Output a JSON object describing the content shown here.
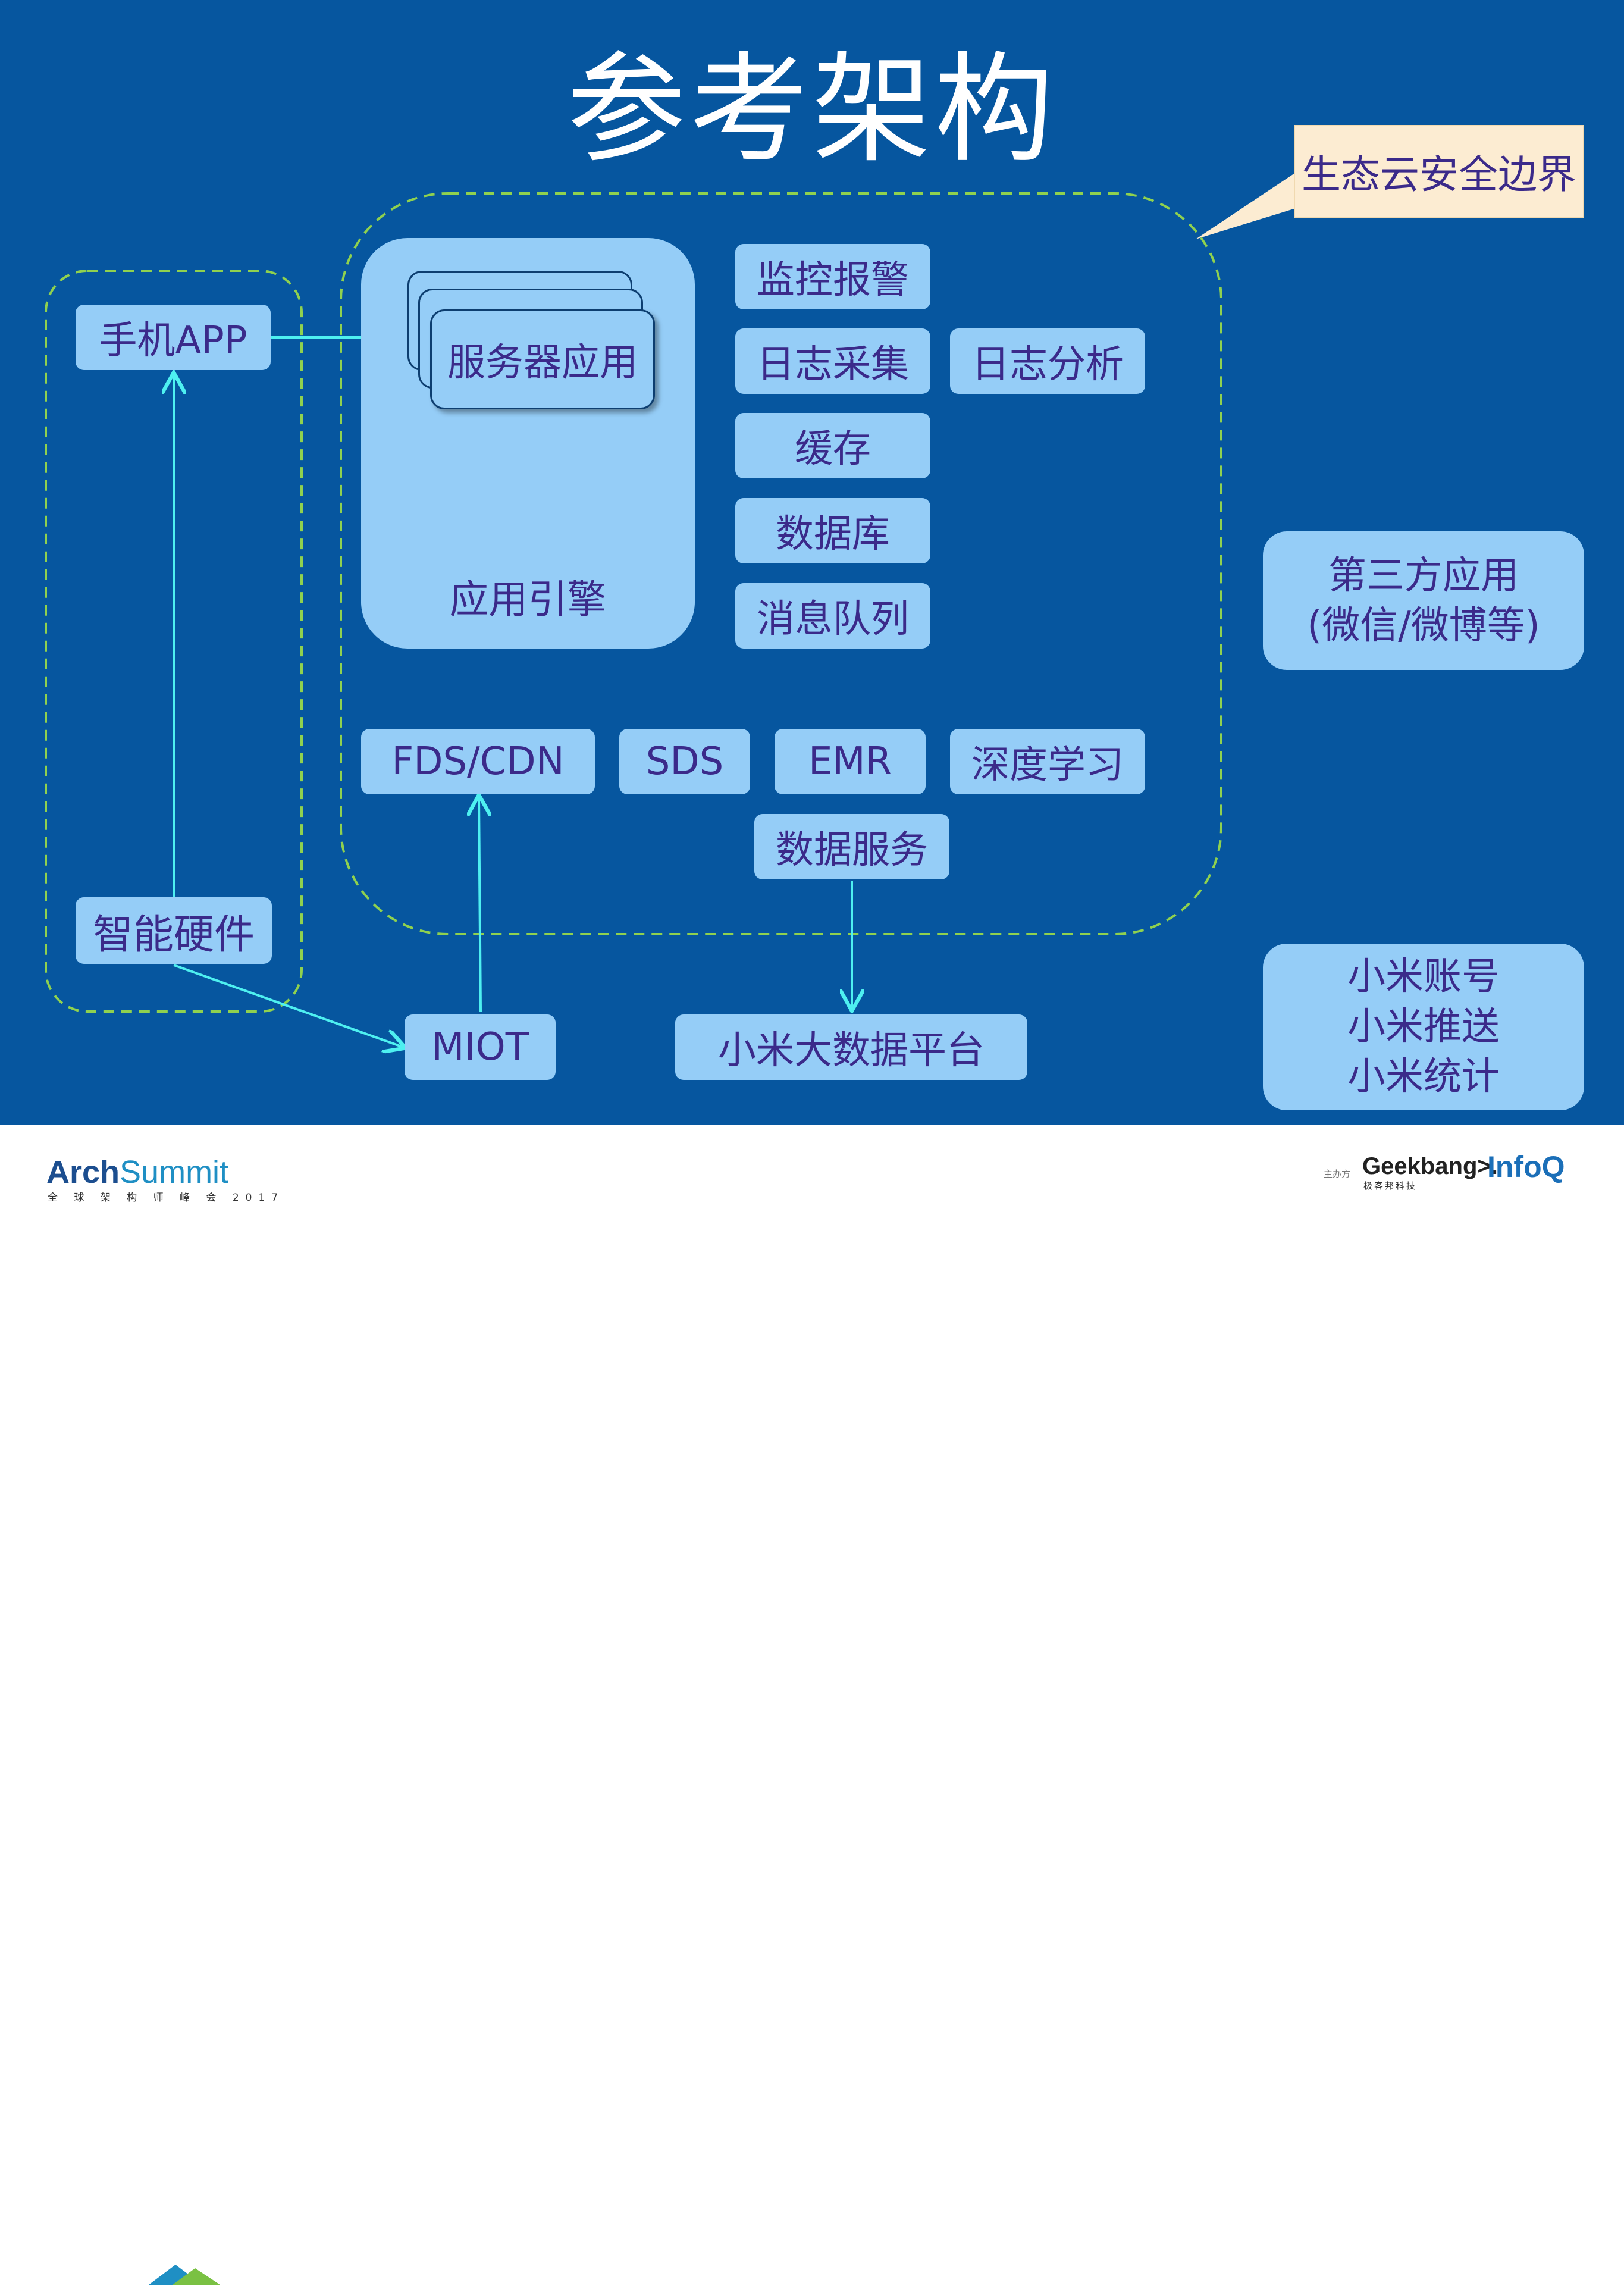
{
  "title": "参考架构",
  "boundary_label": "生态云安全边界",
  "device_group": {
    "phone_app": "手机APP",
    "smart_hardware": "智能硬件"
  },
  "app_engine": {
    "label": "应用引擎",
    "server_app": "服务器应用"
  },
  "services": {
    "monitoring": "监控报警",
    "log_collection": "日志采集",
    "log_analysis": "日志分析",
    "cache": "缓存",
    "database": "数据库",
    "message_queue": "消息队列"
  },
  "storage": {
    "fds_cdn": "FDS/CDN",
    "sds": "SDS",
    "emr": "EMR",
    "deep_learning": "深度学习",
    "data_service": "数据服务"
  },
  "bottom": {
    "miot": "MIOT",
    "bigdata": "小米大数据平台"
  },
  "third_party": {
    "line1": "第三方应用",
    "line2": "(微信/微博等)"
  },
  "xiaomi_services": [
    "小米账号",
    "小米推送",
    "小米统计"
  ],
  "footer": {
    "arch_logo_bold": "Arch",
    "arch_logo_light": "Summit",
    "arch_subtitle": "全 球 架 构 师 峰 会 2017",
    "host_label": "主办方",
    "geekbang": "Geekbang>.",
    "geekbang_sub": "极客邦科技",
    "infoq": "InfoQ"
  },
  "colors": {
    "background": "#06569f",
    "box_fill": "#95cdf7",
    "box_text": "#3b2a8a",
    "dashed_boundary": "#8fd14f",
    "arrow": "#4ef0f0",
    "callout_fill": "#fcecd2"
  }
}
